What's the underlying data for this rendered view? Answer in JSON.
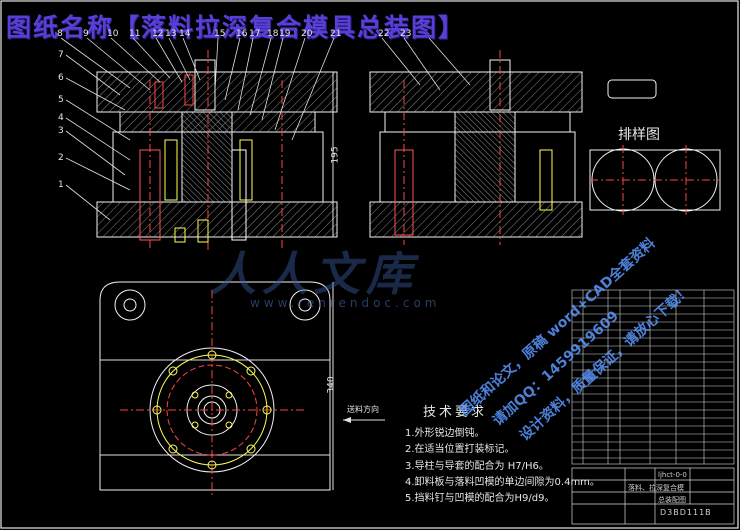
{
  "title": "图纸名称【落料拉深复合模具总装图】",
  "callouts_top": [
    "8",
    "9",
    "10",
    "11",
    "12",
    "13",
    "14",
    "15",
    "16",
    "17",
    "18",
    "19",
    "20",
    "21",
    "22",
    "23"
  ],
  "callouts_left": [
    "7",
    "6",
    "5",
    "4",
    "3",
    "2",
    "1"
  ],
  "dimension_height": "195",
  "dimension_plan": "340",
  "layout_label": "排样图",
  "feed_direction": "送料方向",
  "tech": {
    "title": "技术要求",
    "items": [
      "1.外形锐边倒钝。",
      "2.在适当位置打装标记。",
      "3.导柱与导套的配合为 H7/H6。",
      "4.卸料板与落料凹模的单边间隙为0.4mm。",
      "5.挡料钉与凹模的配合为H9/d9。"
    ]
  },
  "watermark": {
    "main": "人人文库",
    "url": "www.renrendoc.com"
  },
  "promo": [
    "图纸和论文，原稿 word+CAD全套资料",
    "请加QQ：1459919609",
    "设计资料，质量保证，请放心下载！"
  ],
  "title_block": {
    "name": "落料、拉深复合模",
    "drawing": "总装配图",
    "code": "D3BD111B",
    "doc_code": "ljhct-0-0"
  }
}
